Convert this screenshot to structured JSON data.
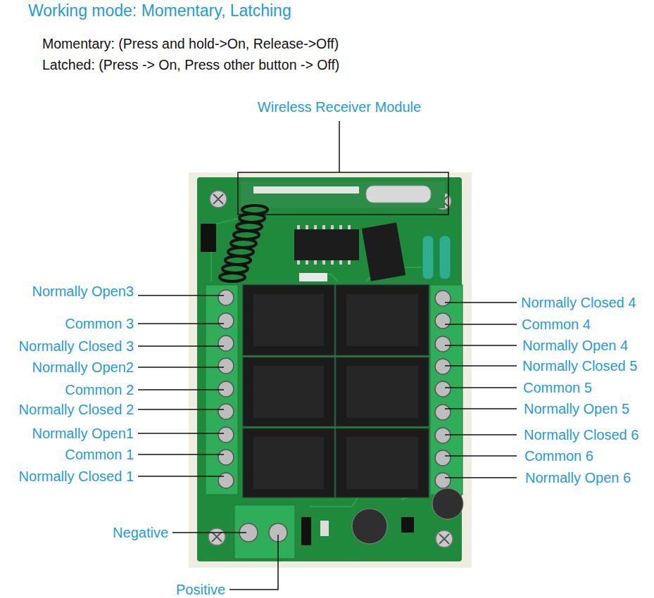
{
  "diagram": {
    "title": "Working mode: Momentary, Latching",
    "labels": [
      "Momentary: (Press and hold->On, Release->Off)",
      "Latched: (Press -> On, Press other button -> Off)",
      "Wireless Receiver Module",
      "Normally Open3",
      "Common 3",
      "Normally Closed 3",
      "Normally Open2",
      "Common 2",
      "Normally Closed 2",
      "Normally Open1",
      "Common 1",
      "Normally Closed 1",
      "Normally Closed 4",
      "Common 4",
      "Normally Open 4",
      "Normally Closed 5",
      "Common 5",
      "Normally Open 5",
      "Normally Closed 6",
      "Common 6",
      "Normally Open 6",
      "Negative",
      "Positive"
    ]
  }
}
